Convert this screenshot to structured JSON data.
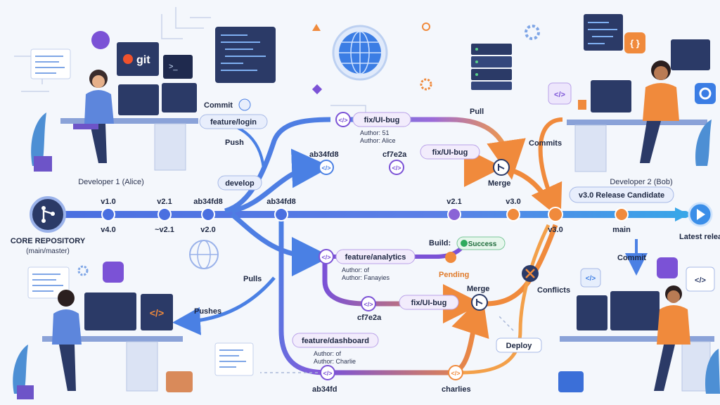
{
  "core": {
    "title": "CORE REPOSITORY",
    "subtitle": "(main/master)"
  },
  "latest": "Latest relea",
  "main_line": {
    "tags_top": [
      "v1.0",
      "v2.1",
      "ab34fd8",
      "ab34fd8",
      "v2.1",
      "v3.0"
    ],
    "tags_bottom": [
      "v4.0",
      "~v2.1",
      "v2.0",
      "v3.0",
      "main"
    ],
    "release": "v3.0 Release Candidate"
  },
  "developers": {
    "alice": "Developer 1 (Alice)",
    "bob": "Developer 2 (Bob)"
  },
  "git_logo": "git",
  "terminal_prompt": ">_",
  "actions": {
    "commit": "Commit",
    "push": "Push",
    "develop": "develop",
    "pull": "Pull",
    "commits": "Commits",
    "merge_top": "Merge",
    "build": "Build:",
    "success": "Success",
    "pending": "Pending",
    "merge_bottom": "Merge",
    "conflicts": "Conflicts",
    "commit_right": "Commit",
    "pulls": "Pulls",
    "pushes": "Pushes",
    "deploy": "Deploy"
  },
  "branches": {
    "feature_login": "feature/login",
    "fix_top": {
      "name": "fix/UI-bug",
      "author_line1": "Author: 51",
      "author_line2": "Author: Alice"
    },
    "commit_ab34fd8": "ab34fd8",
    "commit_cf7e2a_top": "cf7e2a",
    "fix_top_pill": "fix/UI-bug",
    "analytics": {
      "name": "feature/analytics",
      "author_line1": "Author: of",
      "author_line2": "Author: Fanayies"
    },
    "commit_cf7e2a_bottom": "cf7e2a",
    "fix_bottom_pill": "fix/UI-bug",
    "dashboard": {
      "name": "feature/dashboard",
      "author_line1": "Author: of",
      "author_line2": "Author: Charlie"
    },
    "commit_ab34fd": "ab34fd",
    "charlies": "charlies"
  },
  "colors": {
    "main": "#3b6fd8",
    "purple": "#7b52d6",
    "orange": "#f08a3c",
    "green": "#2eaa5c",
    "navy": "#2b3a67"
  }
}
